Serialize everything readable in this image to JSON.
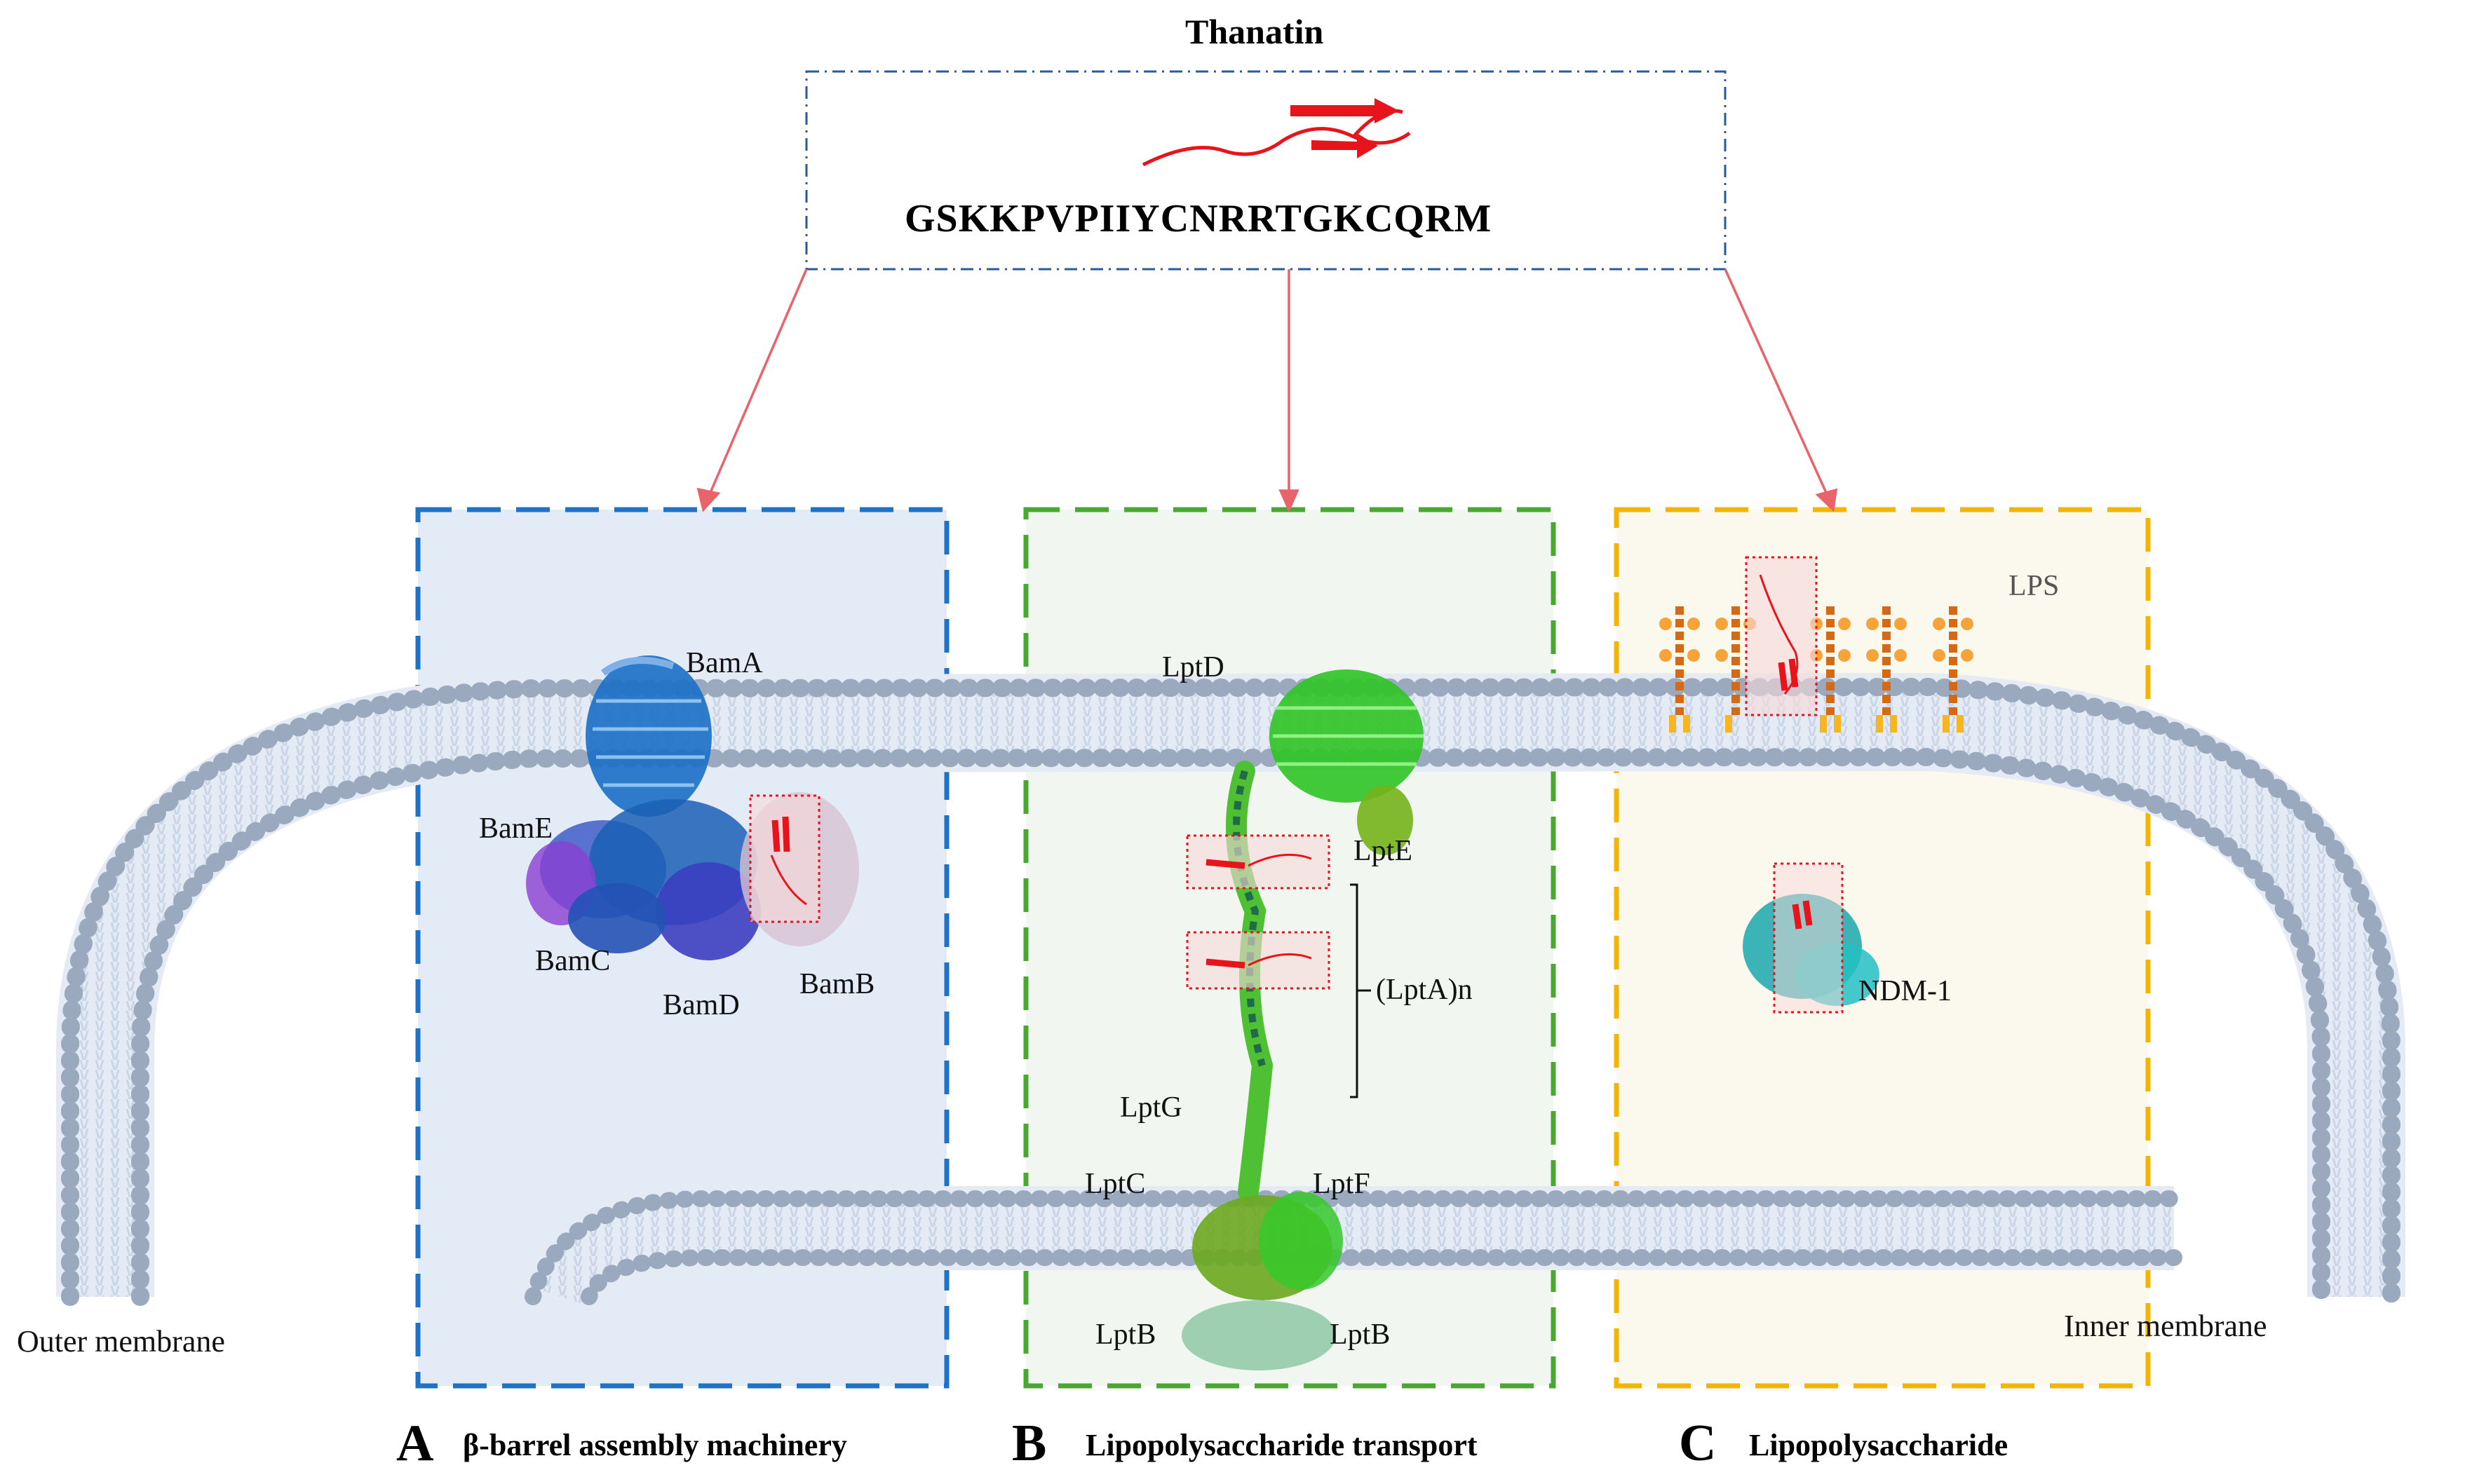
{
  "top": {
    "title": "Thanatin",
    "sequence": "GSKKPVPIIYCNRRTGKCQRM"
  },
  "membranes": {
    "outer_label": "Outer membrane",
    "inner_label": "Inner membrane"
  },
  "panels": [
    {
      "letter": "A",
      "caption": "β-barrel assembly machinery",
      "color": "#1e73c6",
      "labels": {
        "bama": "BamA",
        "bame": "BamE",
        "bamc": "BamC",
        "bamd": "BamD",
        "bamb": "BamB"
      }
    },
    {
      "letter": "B",
      "caption": "Lipopolysaccharide transport",
      "color": "#4aa832",
      "labels": {
        "lptd": "LptD",
        "lpte": "LptE",
        "lpta": "(LptA)n",
        "lptg": "LptG",
        "lptc": "LptC",
        "lptf": "LptF",
        "lptb1": "LptB",
        "lptb2": "LptB"
      }
    },
    {
      "letter": "C",
      "caption": "Lipopolysaccharide",
      "color": "#f4b400",
      "labels": {
        "lps": "LPS",
        "ndm": "NDM-1"
      }
    }
  ],
  "colors": {
    "arrow": "#e8636a",
    "peptide": "#e8141b",
    "membrane": "#9aa9bd",
    "panelA_fill": "#e3ebf6",
    "panelB_fill": "#f1f6f1",
    "panelC_fill": "#fbf8ee"
  }
}
